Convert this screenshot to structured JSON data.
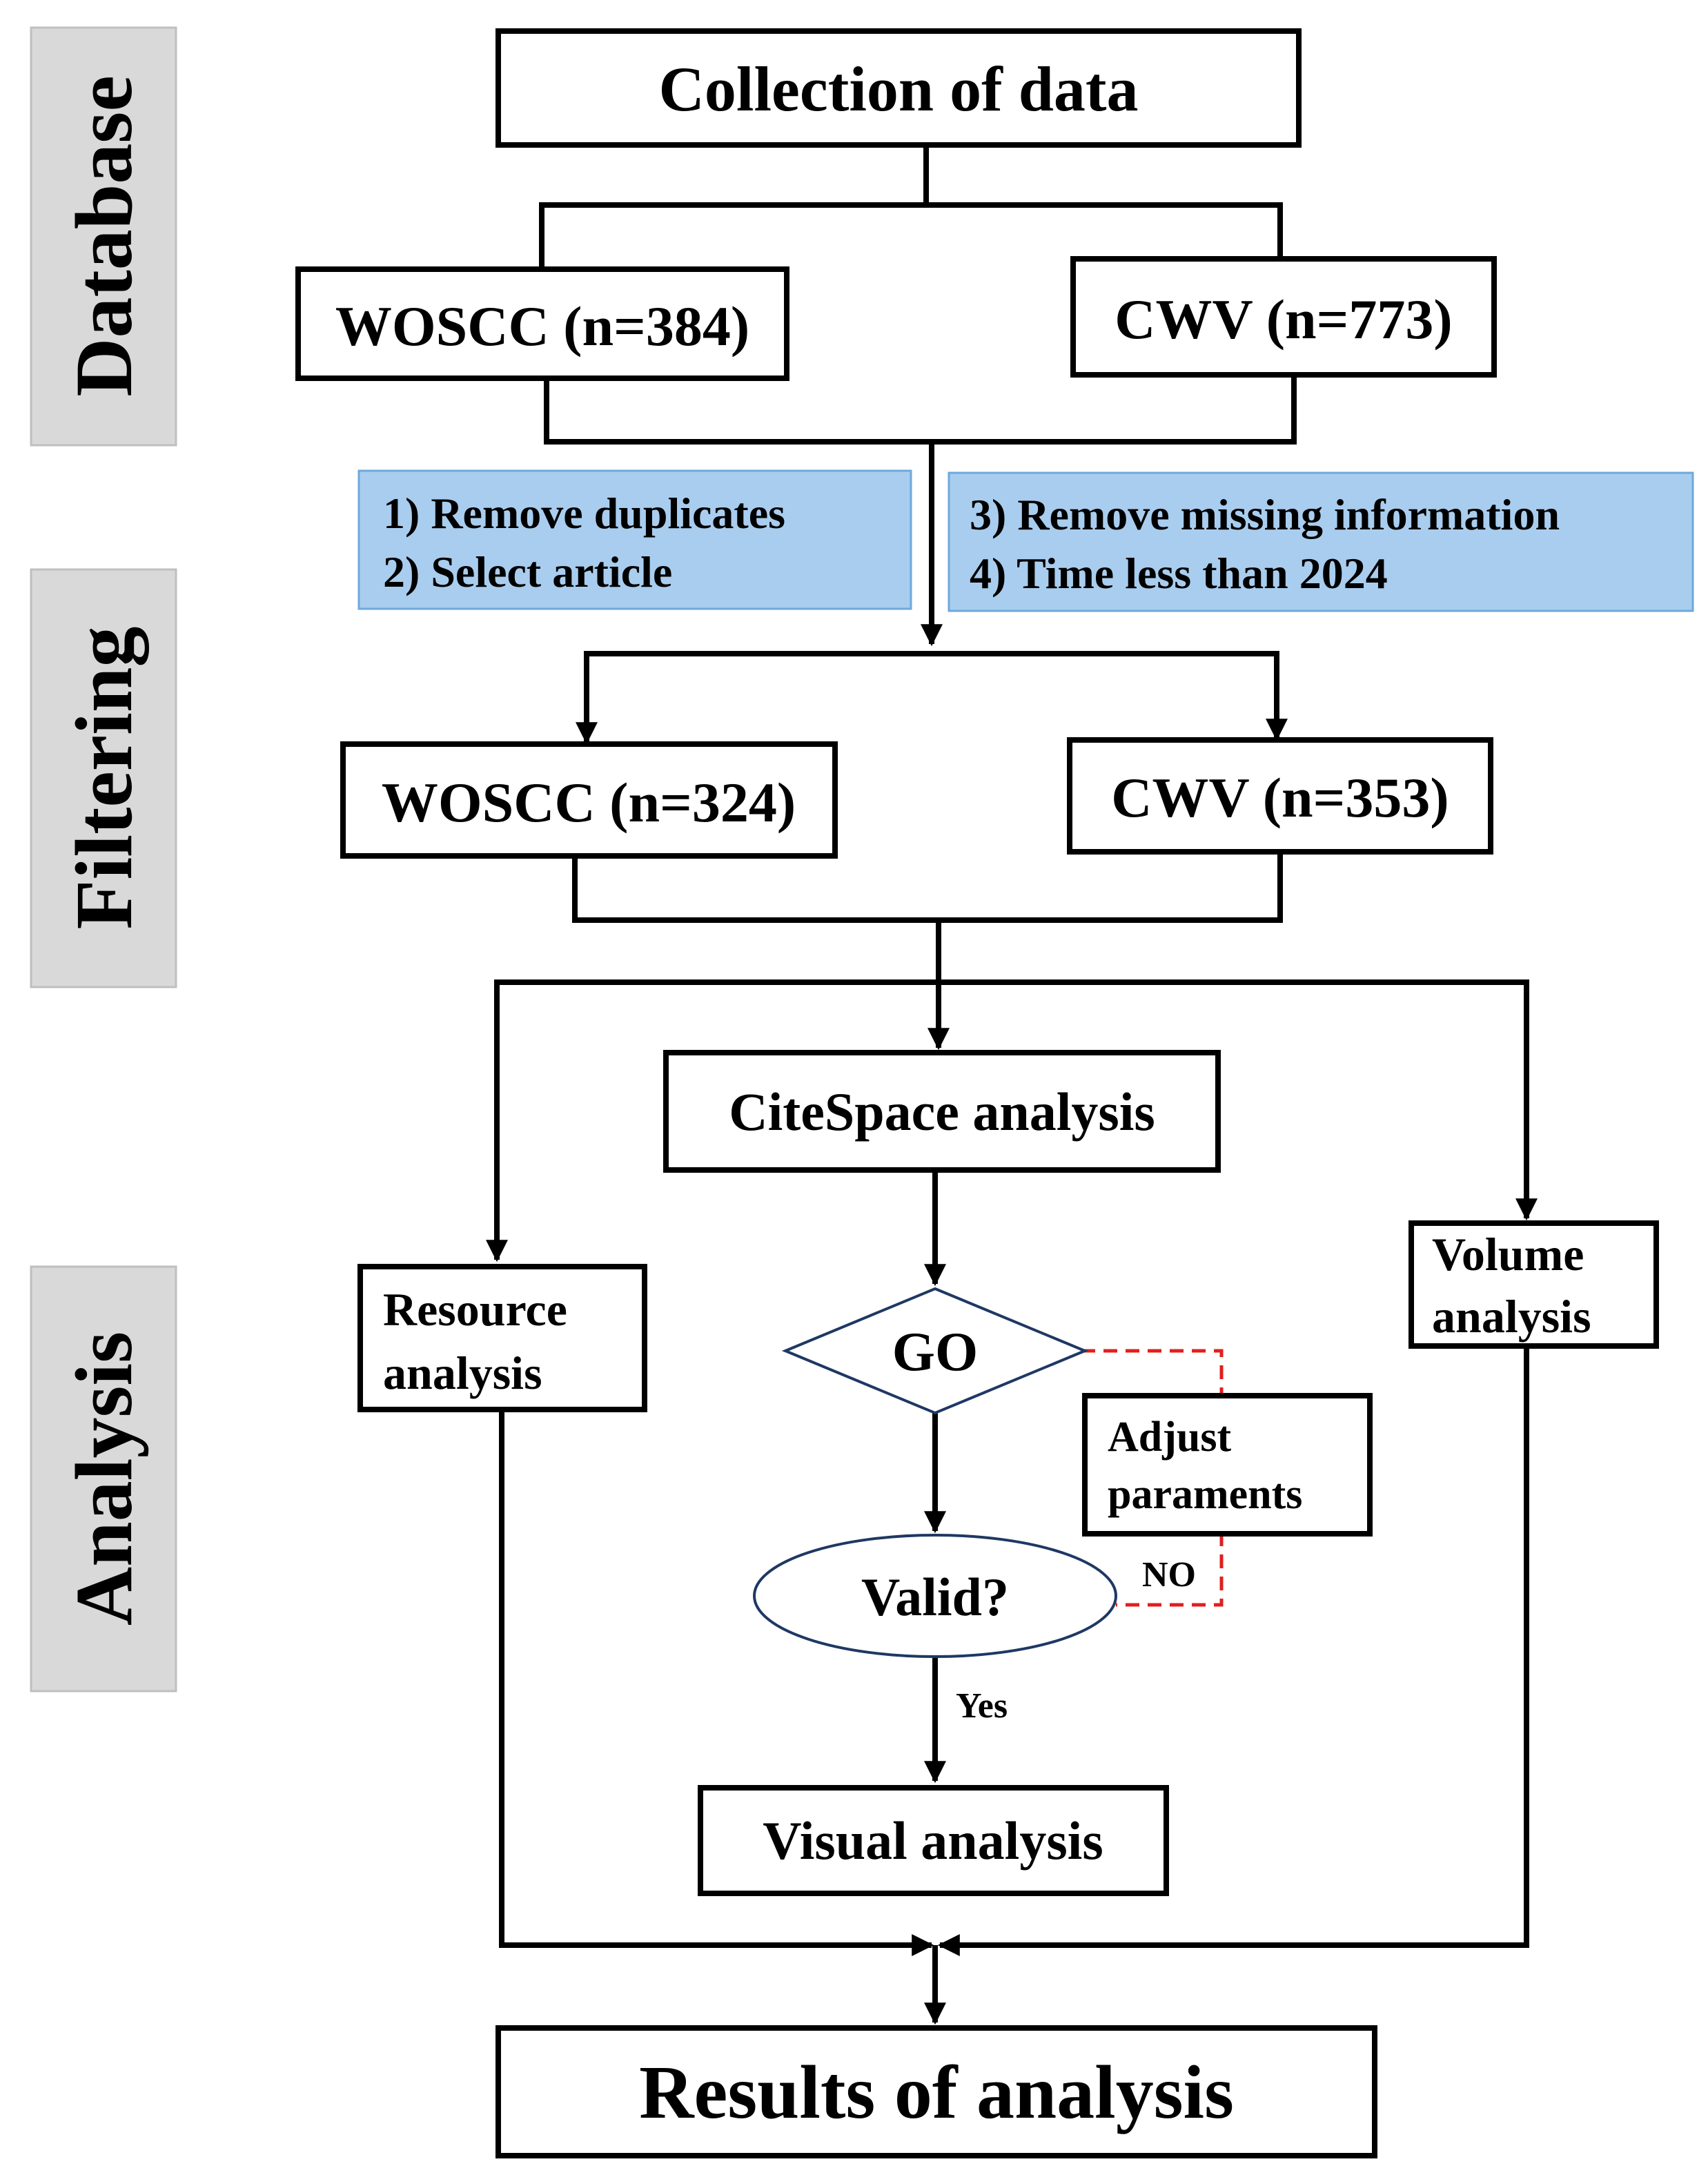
{
  "stages": [
    {
      "id": "database",
      "label": "Database"
    },
    {
      "id": "filtering",
      "label": "Filtering"
    },
    {
      "id": "analysis",
      "label": "Analysis"
    }
  ],
  "nodes": {
    "collection": "Collection of data",
    "woscc_1": "WOSCC (n=384)",
    "cwv_1": "CWV (n=773)",
    "filter_left_1": "1) Remove duplicates",
    "filter_left_2": "2) Select  article",
    "filter_right_1": "3) Remove missing information",
    "filter_right_2": "4) Time less than 2024",
    "woscc_2": "WOSCC (n=324)",
    "cwv_2": "CWV (n=353)",
    "citespace": "CiteSpace analysis",
    "resource_1": "Resource",
    "resource_2": "analysis",
    "volume_1": "Volume",
    "volume_2": "analysis",
    "go": "GO",
    "adjust_1": "Adjust",
    "adjust_2": "paraments",
    "valid": "Valid?",
    "no_label": "NO",
    "yes_label": "Yes",
    "visual": "Visual analysis",
    "results": "Results of analysis"
  },
  "colors": {
    "stage_fill": "#d9d9d9",
    "filter_fill": "#a9cdee",
    "filter_border": "#6fa8dc",
    "feedback_dash": "#e0201e",
    "shape_outline": "#1f3864"
  }
}
